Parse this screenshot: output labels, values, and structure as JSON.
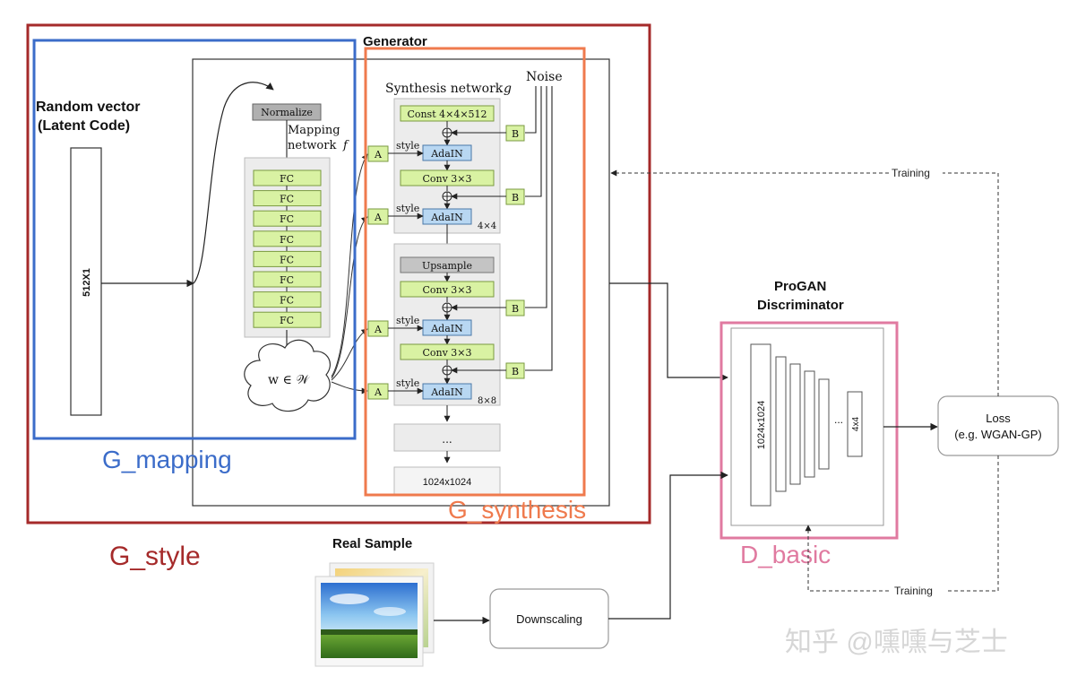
{
  "generator": {
    "title": "Generator"
  },
  "latent": {
    "title_line1": "Random vector",
    "title_line2": "(Latent Code)",
    "vector_label": "512X1"
  },
  "mapping": {
    "normalize": "Normalize",
    "label_line1": "Mapping",
    "label_line2": "network",
    "label_symbol": "f",
    "fc_layers": [
      "FC",
      "FC",
      "FC",
      "FC",
      "FC",
      "FC",
      "FC",
      "FC"
    ],
    "w_label": "w ∈ 𝒲"
  },
  "synthesis": {
    "title": "Synthesis network",
    "title_symbol": "g",
    "noise": "Noise",
    "const": "Const 4×4×512",
    "conv": "Conv 3×3",
    "adain": "AdaIN",
    "upsample": "Upsample",
    "style": "style",
    "a": "A",
    "b": "B",
    "res_4": "4×4",
    "res_8": "8×8",
    "ellipsis": "...",
    "output": "1024x1024"
  },
  "discriminator": {
    "title_line1": "ProGAN",
    "title_line2": "Discriminator",
    "first_layer": "1024x1024",
    "dots": "...",
    "last_layer": "4x4"
  },
  "loss": {
    "line1": "Loss",
    "line2": "(e.g. WGAN-GP)"
  },
  "training": {
    "top": "Training",
    "bottom": "Training"
  },
  "real_sample": {
    "title": "Real Sample"
  },
  "downscaling": {
    "label": "Downscaling"
  },
  "groups": {
    "g_mapping": "G_mapping",
    "g_synthesis": "G_synthesis",
    "g_style": "G_style",
    "d_basic": "D_basic"
  },
  "colors": {
    "g_style": "#a52a2a",
    "g_mapping": "#3b6cc9",
    "g_synthesis": "#ef7a4d",
    "d_basic": "#e07aa0",
    "fc_fill": "#d9f2a3",
    "adain_fill": "#b8d7f2",
    "block_fill": "#ececec"
  },
  "watermark": "知乎 @嚑嚑与芝士"
}
